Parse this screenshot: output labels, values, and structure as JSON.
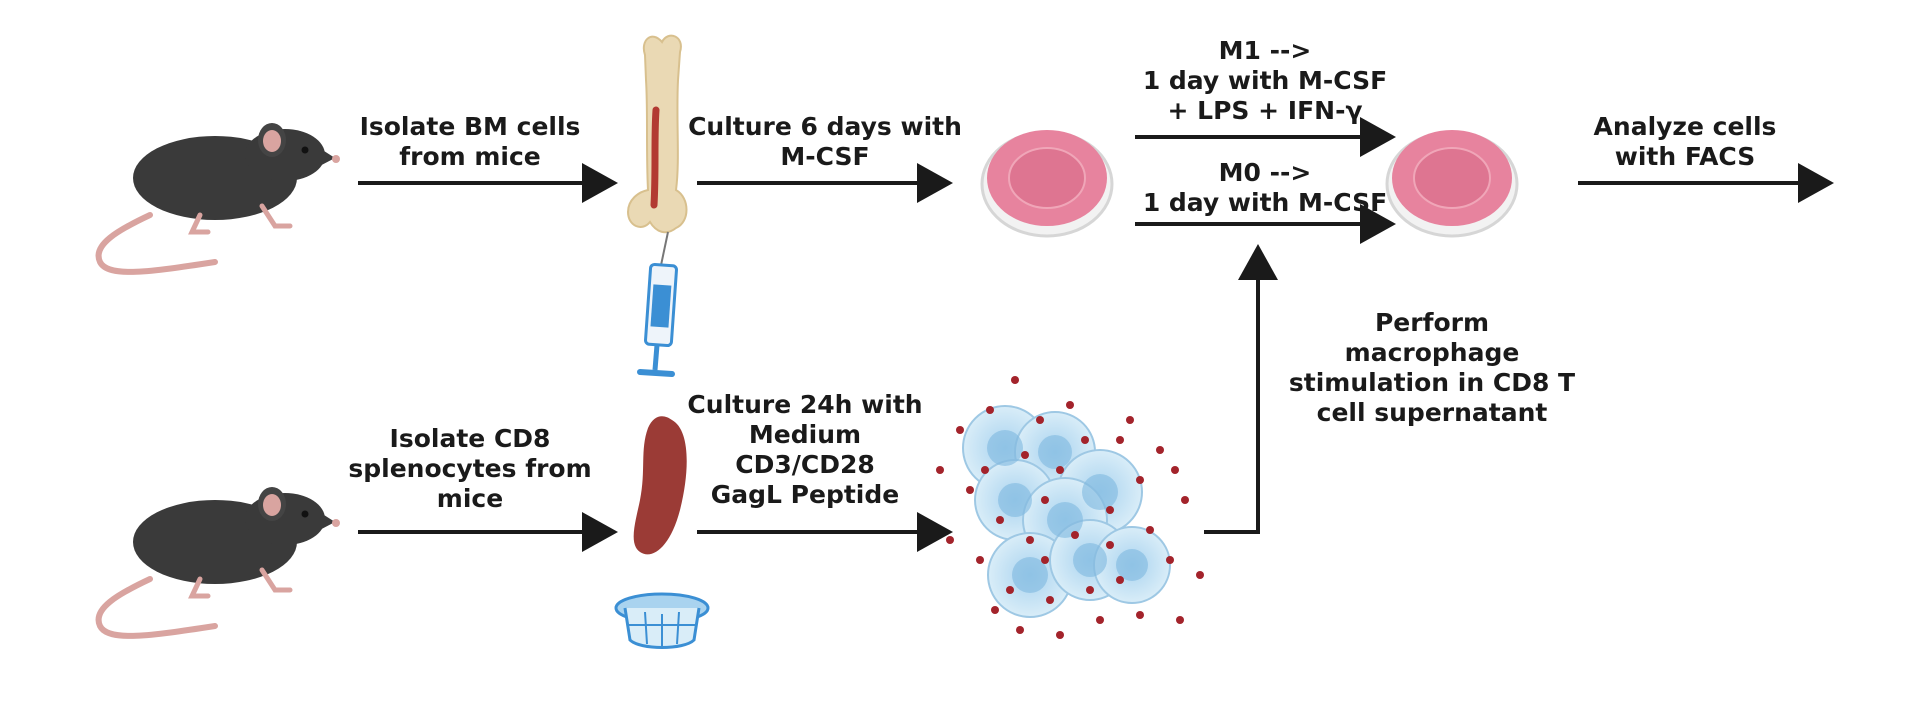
{
  "labels": {
    "isolate_bm": [
      "Isolate BM cells",
      "from mice"
    ],
    "culture_6": [
      "Culture 6 days with",
      "M-CSF"
    ],
    "m1": [
      "M1 -->",
      "1 day with M-CSF",
      "+ LPS + IFN-γ"
    ],
    "m0": [
      "M0 -->",
      "1 day with M-CSF"
    ],
    "analyze": [
      "Analyze cells",
      "with FACS"
    ],
    "isolate_cd8": [
      "Isolate CD8",
      "splenocytes  from",
      "mice"
    ],
    "culture_24": [
      "Culture 24h  with",
      "Medium",
      "CD3/CD28",
      "GagL Peptide"
    ],
    "perform": [
      "Perform",
      "macrophage",
      "stimulation in CD8 T",
      "cell supernatant"
    ]
  },
  "icons": [
    "mouse-icon",
    "bone-icon",
    "syringe-icon",
    "petri-dish-icon",
    "spleen-icon",
    "cell-strainer-icon",
    "cells-cluster-icon"
  ],
  "colors": {
    "mouse_body": "#3a3a3a",
    "mouse_tail": "#d9a4a0",
    "bone": "#ead9b4",
    "marrow": "#b23a32",
    "syringe_blue": "#3b8fd4",
    "dish_pink": "#e7839e",
    "spleen": "#9b3b36",
    "cell_blue": "#cfe6f5",
    "dot_red": "#a3232b",
    "arrow": "#1a1a1a"
  }
}
